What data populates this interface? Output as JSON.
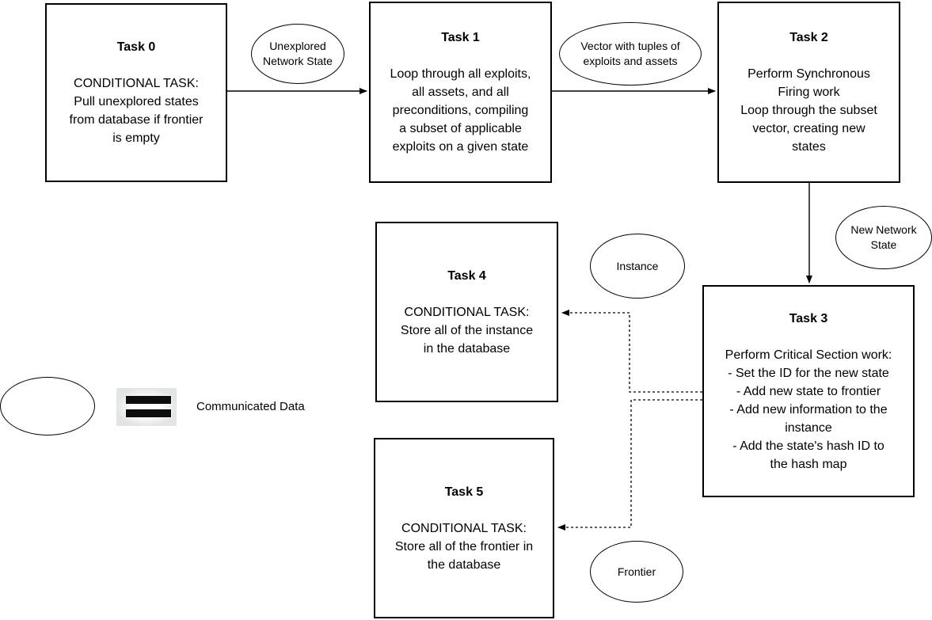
{
  "diagram": {
    "tasks": [
      {
        "id": "task0",
        "title": "Task 0",
        "body": "CONDITIONAL TASK:\nPull unexplored states\nfrom database if frontier\nis empty"
      },
      {
        "id": "task1",
        "title": "Task 1",
        "body": "Loop through all exploits,\nall assets, and all\npreconditions, compiling\na subset of applicable\nexploits on a given state"
      },
      {
        "id": "task2",
        "title": "Task 2",
        "body": "Perform Synchronous\nFiring work\nLoop through the subset\nvector, creating new\nstates"
      },
      {
        "id": "task3",
        "title": "Task 3",
        "body": "Perform Critical Section work:\n- Set the ID for the new state\n- Add new state to frontier\n- Add new information to the\ninstance\n- Add the state's hash ID to\nthe hash map"
      },
      {
        "id": "task4",
        "title": "Task 4",
        "body": "CONDITIONAL TASK:\nStore all of the instance\nin the database"
      },
      {
        "id": "task5",
        "title": "Task 5",
        "body": "CONDITIONAL TASK:\nStore all of the frontier in\nthe database"
      }
    ],
    "data_ellipses": [
      {
        "id": "unexplored",
        "label": "Unexplored\nNetwork State"
      },
      {
        "id": "vector",
        "label": "Vector with tuples of\nexploits and assets"
      },
      {
        "id": "new_network_state",
        "label": "New Network\nState"
      },
      {
        "id": "instance",
        "label": "Instance"
      },
      {
        "id": "frontier",
        "label": "Frontier"
      }
    ],
    "legend": {
      "label": "Communicated Data"
    },
    "colors": {
      "stroke": "#000000",
      "background": "#ffffff",
      "equals_bar": "#0d0d0d"
    }
  }
}
